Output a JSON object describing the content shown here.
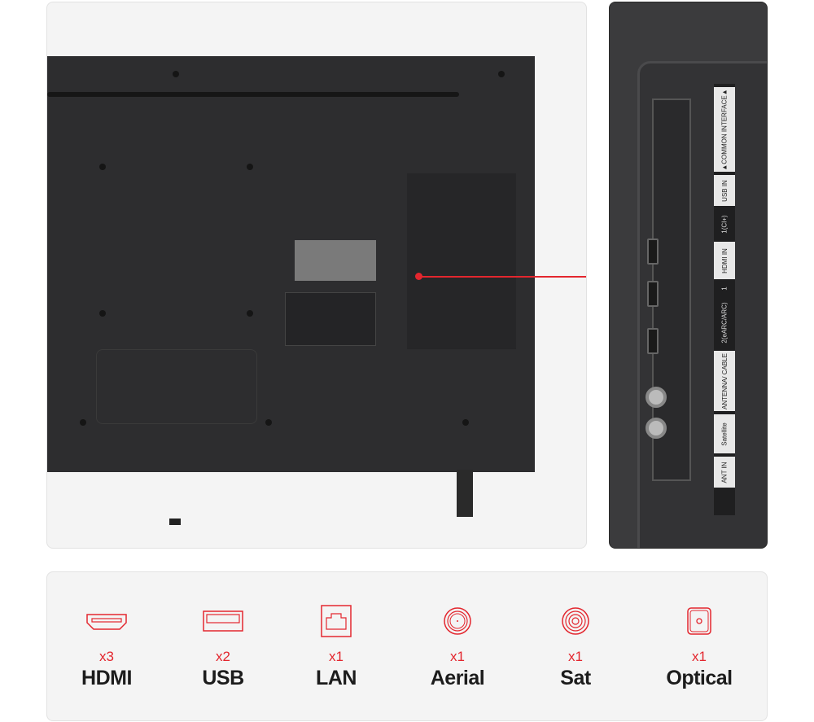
{
  "panel_labels": {
    "common_interface": "▲COMMON INTERFACE▲",
    "usb_in": "USB IN",
    "usb_port": "1(CI+)",
    "hdmi_in": "HDMI IN",
    "hdmi_port_1": "1",
    "hdmi_port_2": "2(eARC/ARC)",
    "antenna_cable": "ANTENNA/ CABLE",
    "satellite": "Satellite",
    "ant_in": "ANT IN"
  },
  "accent_color": "#e3262e",
  "features": [
    {
      "icon": "hdmi-icon",
      "count": "x3",
      "name": "HDMI"
    },
    {
      "icon": "usb-icon",
      "count": "x2",
      "name": "USB"
    },
    {
      "icon": "lan-icon",
      "count": "x1",
      "name": "LAN"
    },
    {
      "icon": "aerial-icon",
      "count": "x1",
      "name": "Aerial"
    },
    {
      "icon": "sat-icon",
      "count": "x1",
      "name": "Sat"
    },
    {
      "icon": "optical-icon",
      "count": "x1",
      "name": "Optical"
    }
  ]
}
